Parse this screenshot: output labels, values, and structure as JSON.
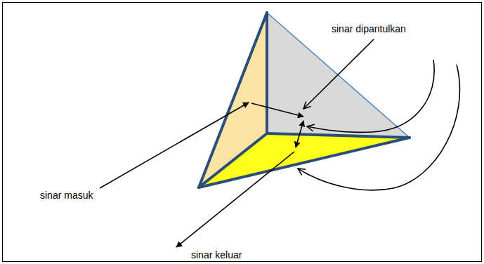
{
  "diagram": {
    "labels": [
      "sinar dipantulkan",
      "sinar masuk",
      "sinar keluar"
    ]
  }
}
